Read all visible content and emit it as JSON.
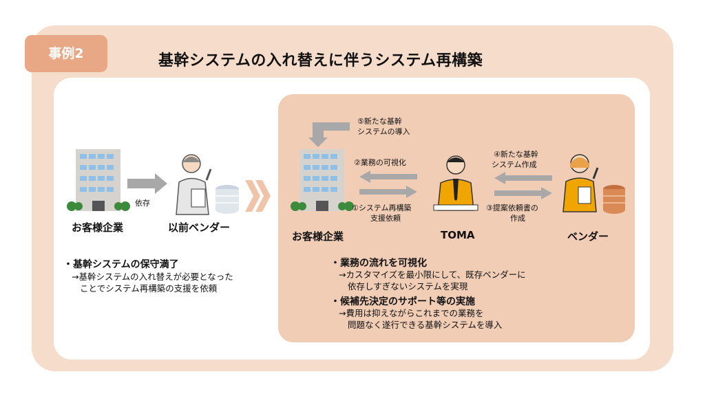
{
  "tag": "事例2",
  "title": "基幹システムの入れ替えに伴うシステム再構築",
  "left": {
    "client_label": "お客様企業",
    "request_label": "依存",
    "vendor_label": "以前ベンダー",
    "bullet_heading": "・基幹システムの保守満了",
    "bullet_line1": "→基幹システムの入れ替えが必要となった",
    "bullet_line2": "ことでシステム再構築の支援を依頼"
  },
  "right": {
    "client_label": "お客様企業",
    "toma_label": "TOMA",
    "vendor_label": "ベンダー",
    "step5_line1": "⑤新たな基幹",
    "step5_line2": "システムの導入",
    "step2": "②業務の可視化",
    "step1_line1": "①システム再構築",
    "step1_line2": "支援依頼",
    "step4_line1": "④新たな基幹",
    "step4_line2": "システム作成",
    "step3_line1": "③提案依頼書の",
    "step3_line2": "作成",
    "bullet1_heading": "・業務の流れを可視化",
    "bullet1_line1": "→カスタマイズを最小限にして、既存ベンダーに",
    "bullet1_line2": "依存しすぎないシステムを実現",
    "bullet2_heading": "・候補先決定のサポート等の実施",
    "bullet2_line1": "→費用は抑えながらこれまでの業務を",
    "bullet2_line2": "問題なく遂行できる基幹システムを導入"
  },
  "colors": {
    "outer": "#f5dccb",
    "tag": "#e8a886",
    "panel": "#f1cdb6",
    "arrow": "#a8a8a8",
    "accent": "#f0a500"
  }
}
